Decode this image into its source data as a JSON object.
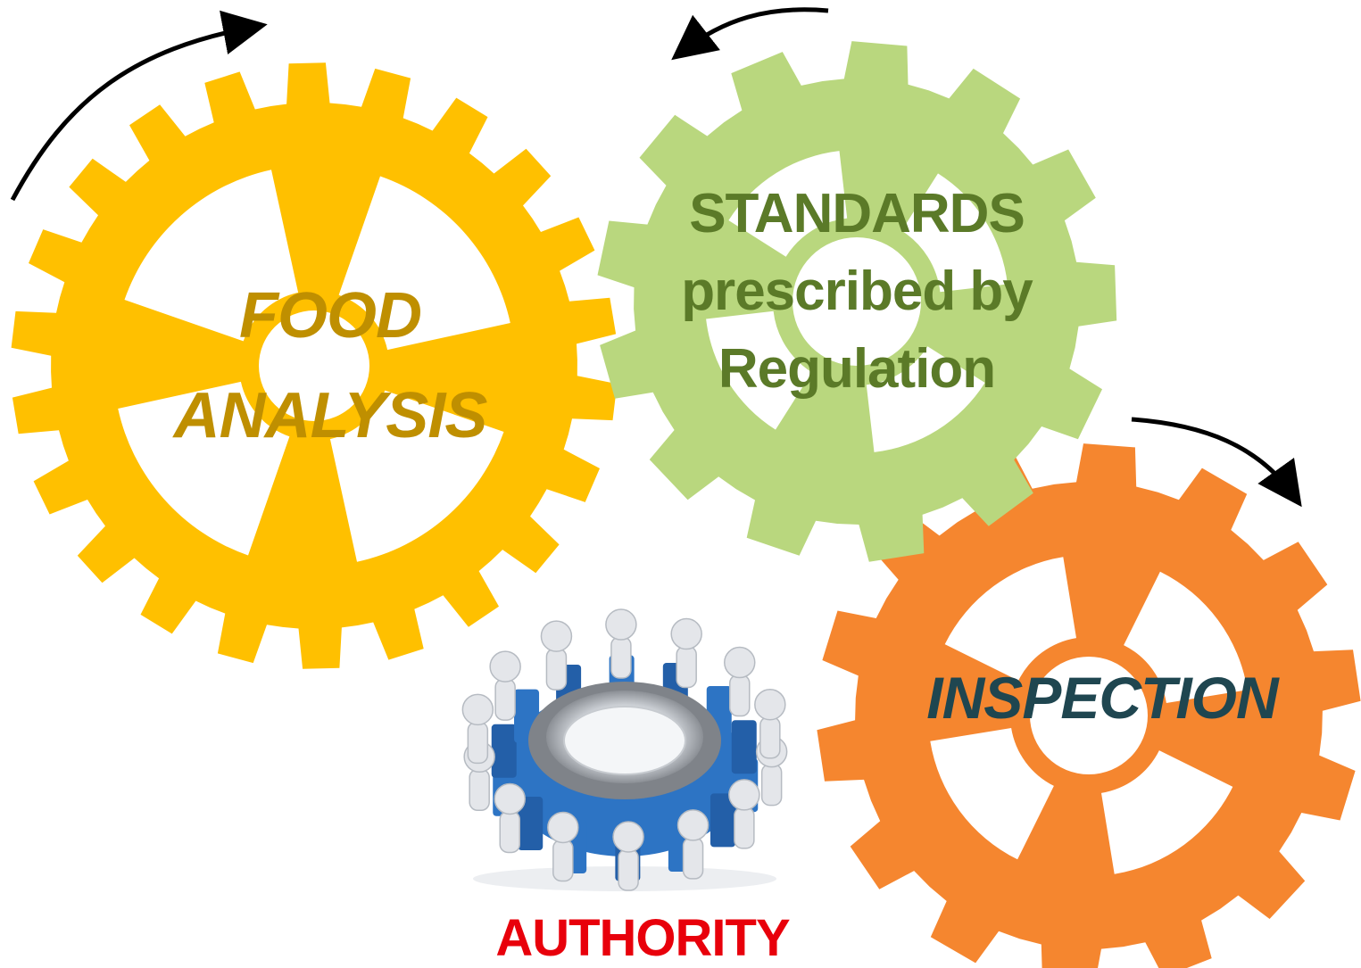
{
  "gears": {
    "food_analysis": {
      "line1": "FOOD",
      "line2": "ANALYSIS",
      "gear_color": "#FFC000",
      "text_color": "#BF8F00"
    },
    "standards": {
      "line1": "STANDARDS",
      "line2": "prescribed by",
      "line3": "Regulation",
      "gear_color": "#B9D77E",
      "text_color": "#5B7A28"
    },
    "inspection": {
      "line1": "INSPECTION",
      "gear_color": "#F5862F",
      "text_color": "#1F4650"
    }
  },
  "authority": {
    "label": "AUTHORITY",
    "text_color": "#E8000B",
    "illustration": "people-turning-blue-gear-illustration",
    "gear_color": "#2D74C4",
    "figure_color": "#E4E6EA"
  },
  "arrows": {
    "color": "#000000"
  }
}
